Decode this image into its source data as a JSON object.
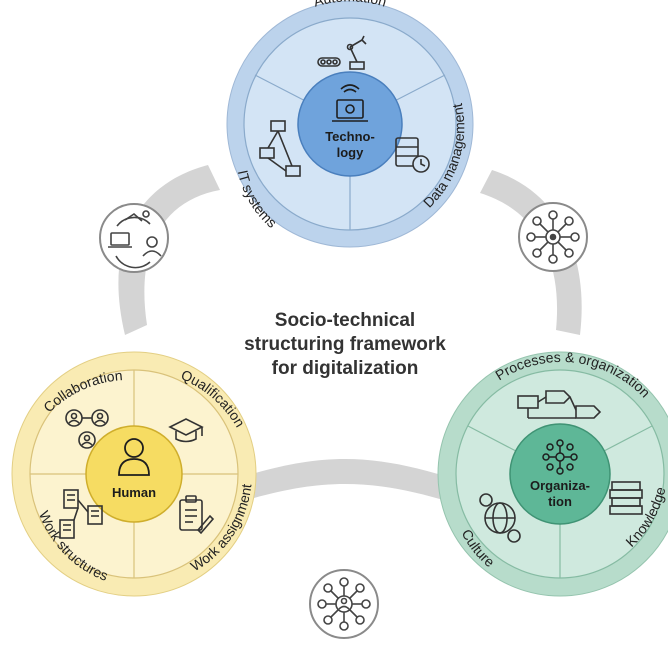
{
  "title": {
    "line1": "Socio-technical",
    "line2": "structuring framework",
    "line3": "for digitalization"
  },
  "technology": {
    "core_line1": "Techno-",
    "core_line2": "logy",
    "segments": [
      "Automation",
      "Data management",
      "IT systems"
    ],
    "icons": [
      "robot-arm-icon",
      "laptop-gear-icon",
      "network-computers-icon",
      "database-clock-icon"
    ]
  },
  "human": {
    "core": "Human",
    "segments": [
      "Collaboration",
      "Qualification",
      "Work assignment",
      "Work structures"
    ],
    "icons": [
      "person-icon",
      "people-group-icon",
      "graduation-cap-icon",
      "clipboard-icon",
      "documents-icon"
    ]
  },
  "organization": {
    "core_line1": "Organiza-",
    "core_line2": "tion",
    "segments": [
      "Processes & organization",
      "Knowledge",
      "Culture"
    ],
    "icons": [
      "network-nodes-icon",
      "process-flow-icon",
      "books-icon",
      "globe-people-icon"
    ]
  },
  "connectors": {
    "icons": [
      "tech-human-cycle-icon",
      "tech-org-network-icon",
      "human-org-network-icon"
    ]
  },
  "colors": {
    "technology_ring": "#c9ddf1",
    "technology_core": "#6fa3dc",
    "human_ring": "#fbf0c2",
    "human_core": "#f6dc62",
    "organization_ring": "#c4e3d5",
    "organization_core": "#5eb797",
    "connector": "#d4d4d4"
  }
}
